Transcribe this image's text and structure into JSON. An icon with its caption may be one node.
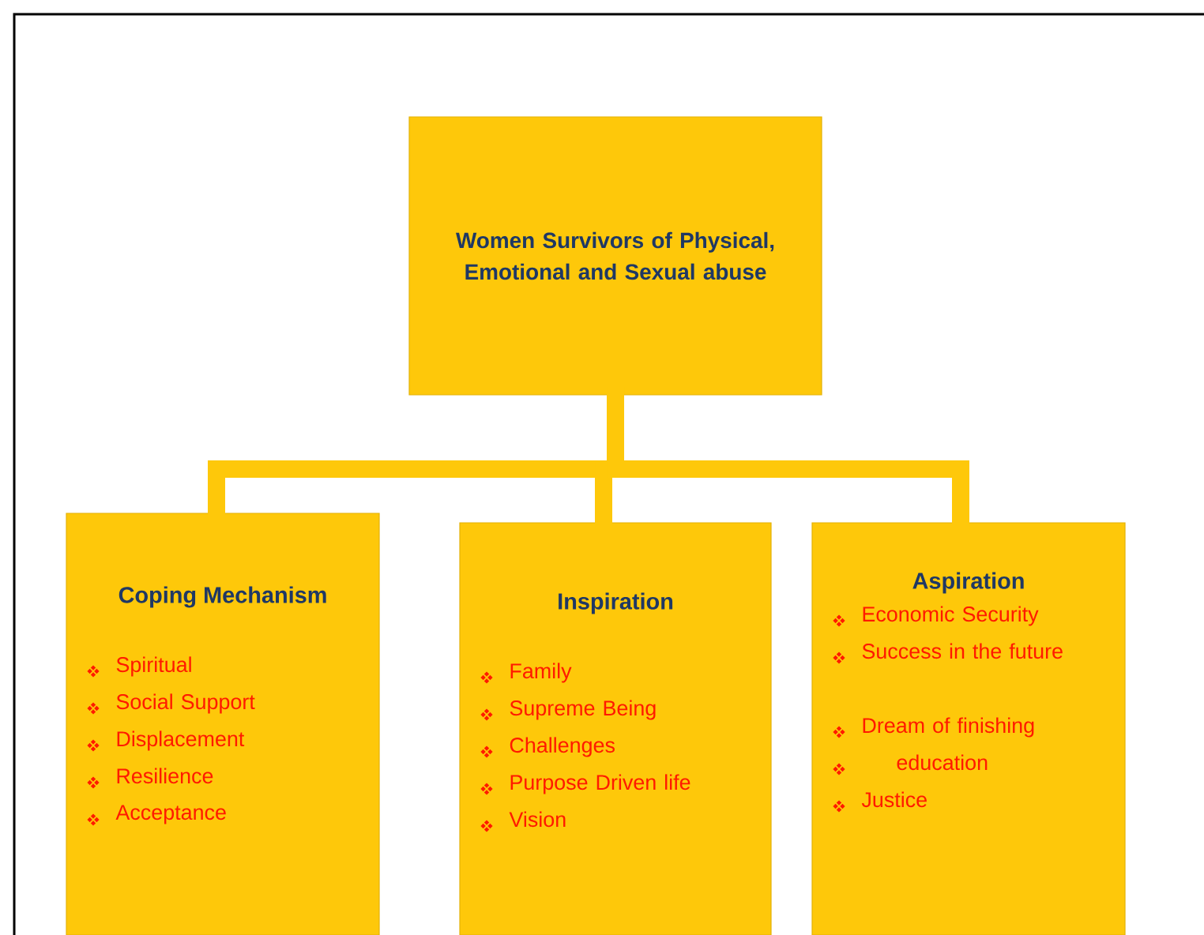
{
  "diagram": {
    "nodes": [
      {
        "text": [
          "Women Survivors of Physical, Emotional and Sexual abuse"
        ]
      },
      {
        "text": [
          "Coping Mechanism",
          "Spiritual",
          "Social Support",
          "Displacement",
          "Resilience",
          "Acceptance"
        ]
      },
      {
        "text": [
          "Inspiration",
          "Family",
          "Supreme Being",
          "Challenges",
          "Purpose Driven life",
          "Vision"
        ]
      },
      {
        "text": [
          "Aspiration",
          "Economic Security",
          "Success in the future",
          "Dream of finishing",
          "education",
          "Justice"
        ]
      }
    ],
    "edges": [
      {
        "from": 0,
        "to": 1,
        "arrow": "none"
      },
      {
        "from": 0,
        "to": 2,
        "arrow": "none"
      },
      {
        "from": 0,
        "to": 3,
        "arrow": "none"
      }
    ]
  }
}
